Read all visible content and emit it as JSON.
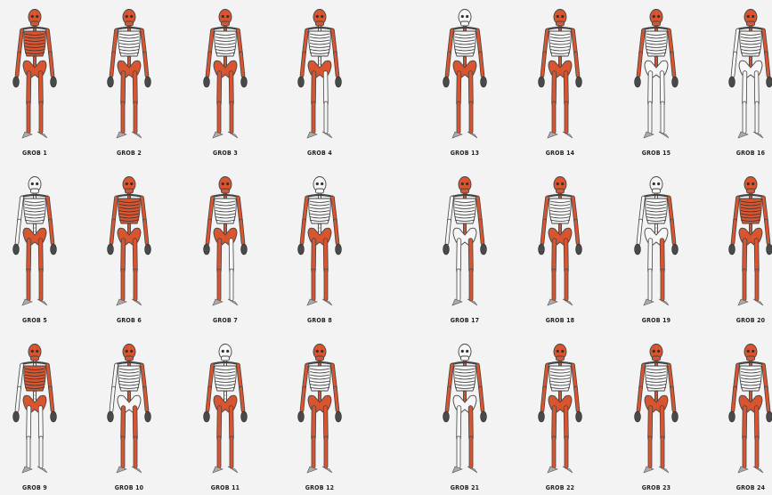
{
  "colors": {
    "preserved": "#d9552f",
    "missing": "#f7f7f7",
    "outline": "#444444",
    "hand": "#4a4a4a"
  },
  "graves": [
    {
      "label": "GROB 1",
      "preserved": [
        "skull",
        "spine",
        "ribs",
        "pelvis",
        "armL",
        "armR",
        "legL",
        "legR"
      ]
    },
    {
      "label": "GROB 2",
      "preserved": [
        "skull",
        "spine",
        "pelvis",
        "armL",
        "armR",
        "legL",
        "legR"
      ]
    },
    {
      "label": "GROB 3",
      "preserved": [
        "skull",
        "spine",
        "pelvis",
        "armL",
        "armR",
        "legL",
        "legR"
      ]
    },
    {
      "label": "GROB 4",
      "preserved": [
        "skull",
        "pelvis",
        "armL",
        "armR",
        "legL"
      ]
    },
    {
      "label": "GROB 5",
      "preserved": [
        "pelvis",
        "armR",
        "legL",
        "legR"
      ]
    },
    {
      "label": "GROB 6",
      "preserved": [
        "skull",
        "spine",
        "ribs",
        "pelvis",
        "armL",
        "armR",
        "legL",
        "legR"
      ]
    },
    {
      "label": "GROB 7",
      "preserved": [
        "skull",
        "spine",
        "pelvis",
        "armL",
        "armR",
        "legL"
      ]
    },
    {
      "label": "GROB 8",
      "preserved": [
        "pelvis",
        "armL",
        "armR",
        "legL",
        "legR"
      ]
    },
    {
      "label": "GROB 9",
      "preserved": [
        "skull",
        "ribs",
        "pelvis",
        "armR"
      ]
    },
    {
      "label": "GROB 10",
      "preserved": [
        "skull",
        "spine",
        "armR",
        "legL",
        "legR"
      ]
    },
    {
      "label": "GROB 11",
      "preserved": [
        "pelvis",
        "armL",
        "armR",
        "legL",
        "legR"
      ]
    },
    {
      "label": "GROB 12",
      "preserved": [
        "skull",
        "spine",
        "pelvis",
        "armL",
        "armR",
        "legL",
        "legR"
      ]
    },
    {
      "label": "GROB 13",
      "preserved": [
        "spine",
        "pelvis",
        "armL",
        "armR",
        "legL",
        "legR"
      ]
    },
    {
      "label": "GROB 14",
      "preserved": [
        "skull",
        "spine",
        "pelvis",
        "armL",
        "armR",
        "legL",
        "legR"
      ]
    },
    {
      "label": "GROB 15",
      "preserved": [
        "skull",
        "spine",
        "armL",
        "armR"
      ]
    },
    {
      "label": "GROB 16",
      "preserved": [
        "skull",
        "spine",
        "armR"
      ]
    },
    {
      "label": "GROB 17",
      "preserved": [
        "skull",
        "spine",
        "armR",
        "legR"
      ]
    },
    {
      "label": "GROB 18",
      "preserved": [
        "skull",
        "spine",
        "pelvis",
        "armL",
        "armR",
        "legL",
        "legR"
      ]
    },
    {
      "label": "GROB 19",
      "preserved": [
        "armR",
        "legR"
      ]
    },
    {
      "label": "GROB 20",
      "preserved": [
        "skull",
        "spine",
        "ribs",
        "pelvis",
        "armL",
        "armR",
        "legL",
        "legR"
      ]
    },
    {
      "label": "GROB 21",
      "preserved": [
        "spine",
        "armL",
        "armR",
        "legR"
      ]
    },
    {
      "label": "GROB 22",
      "preserved": [
        "skull",
        "spine",
        "pelvis",
        "armL",
        "armR",
        "legL",
        "legR"
      ]
    },
    {
      "label": "GROB 23",
      "preserved": [
        "skull",
        "spine",
        "pelvis",
        "armL",
        "armR",
        "legL",
        "legR"
      ]
    },
    {
      "label": "GROB 24",
      "preserved": [
        "skull",
        "spine",
        "pelvis",
        "armL",
        "armR",
        "legL",
        "legR"
      ]
    }
  ]
}
